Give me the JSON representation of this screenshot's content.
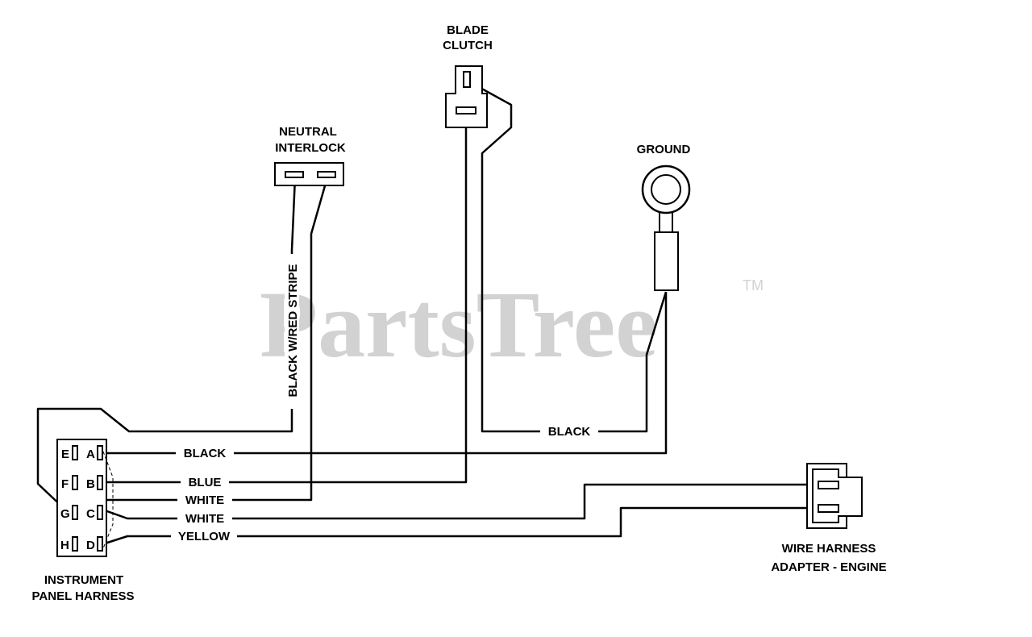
{
  "watermark": {
    "text": "PartsTree",
    "trademark": "TM"
  },
  "components": {
    "blade_clutch": {
      "line1": "BLADE",
      "line2": "CLUTCH"
    },
    "neutral_interlock": {
      "line1": "NEUTRAL",
      "line2": "INTERLOCK"
    },
    "ground": {
      "label": "GROUND"
    },
    "instrument_panel_harness": {
      "line1": "INSTRUMENT",
      "line2": "PANEL HARNESS",
      "pins": [
        "E",
        "A",
        "F",
        "B",
        "G",
        "C",
        "H",
        "D"
      ]
    },
    "wire_harness_adapter": {
      "line1": "WIRE HARNESS",
      "line2": "ADAPTER - ENGINE"
    }
  },
  "wires": {
    "black_red_stripe": "BLACK W/RED STRIPE",
    "black_clutch": "BLACK",
    "black_a": "BLACK",
    "blue_b": "BLUE",
    "white_1": "WHITE",
    "white_2": "WHITE",
    "yellow_d": "YELLOW"
  }
}
